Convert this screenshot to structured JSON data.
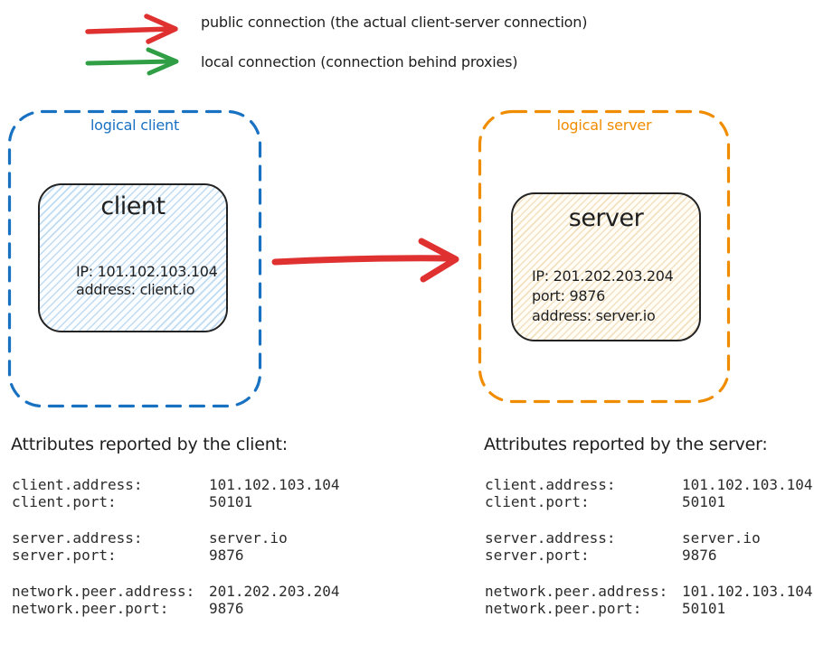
{
  "legend": [
    {
      "name": "public-connection",
      "label": "public connection (the actual client-server connection)",
      "color": "#e03131"
    },
    {
      "name": "local-connection",
      "label": "local connection (connection behind proxies)",
      "color": "#2f9e44"
    }
  ],
  "client_group": {
    "label": "logical client",
    "accent": "#1971c2",
    "node": {
      "title": "client",
      "lines": [
        "IP: 101.102.103.104",
        "address: client.io"
      ],
      "hatch_color": "#a5d8ff"
    }
  },
  "server_group": {
    "label": "logical server",
    "accent": "#f08c00",
    "node": {
      "title": "server",
      "lines": [
        "IP: 201.202.203.204",
        "port: 9876",
        "address: server.io"
      ],
      "hatch_color": "#efd9ae"
    }
  },
  "main_arrow": {
    "name": "public-connection",
    "color": "#e03131"
  },
  "client_attributes": {
    "heading": "Attributes reported by the client:",
    "groups": [
      [
        {
          "key": "client.address:",
          "value": "101.102.103.104"
        },
        {
          "key": "client.port:",
          "value": "50101"
        }
      ],
      [
        {
          "key": "server.address:",
          "value": "server.io"
        },
        {
          "key": "server.port:",
          "value": "9876"
        }
      ],
      [
        {
          "key": "network.peer.address:",
          "value": "201.202.203.204"
        },
        {
          "key": "network.peer.port:",
          "value": "9876"
        }
      ]
    ]
  },
  "server_attributes": {
    "heading": "Attributes reported by the server:",
    "groups": [
      [
        {
          "key": "client.address:",
          "value": "101.102.103.104"
        },
        {
          "key": "client.port:",
          "value": "50101"
        }
      ],
      [
        {
          "key": "server.address:",
          "value": "server.io"
        },
        {
          "key": "server.port:",
          "value": "9876"
        }
      ],
      [
        {
          "key": "network.peer.address:",
          "value": "101.102.103.104"
        },
        {
          "key": "network.peer.port:",
          "value": "50101"
        }
      ]
    ]
  }
}
